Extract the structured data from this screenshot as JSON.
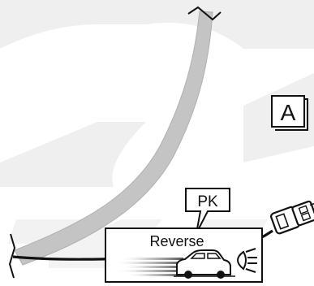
{
  "labels": {
    "connector_marker": "A",
    "pk_callout": "PK",
    "indicator_title": "Reverse"
  },
  "icons": {
    "car": "car-icon",
    "headlight": "headlight-icon",
    "connector": "connector-plug-icon"
  },
  "colors": {
    "line": "#111111",
    "tube_fill": "#c4c4c4",
    "watermark": "#eeeeee",
    "motion_trail": "#8a8a8a"
  }
}
